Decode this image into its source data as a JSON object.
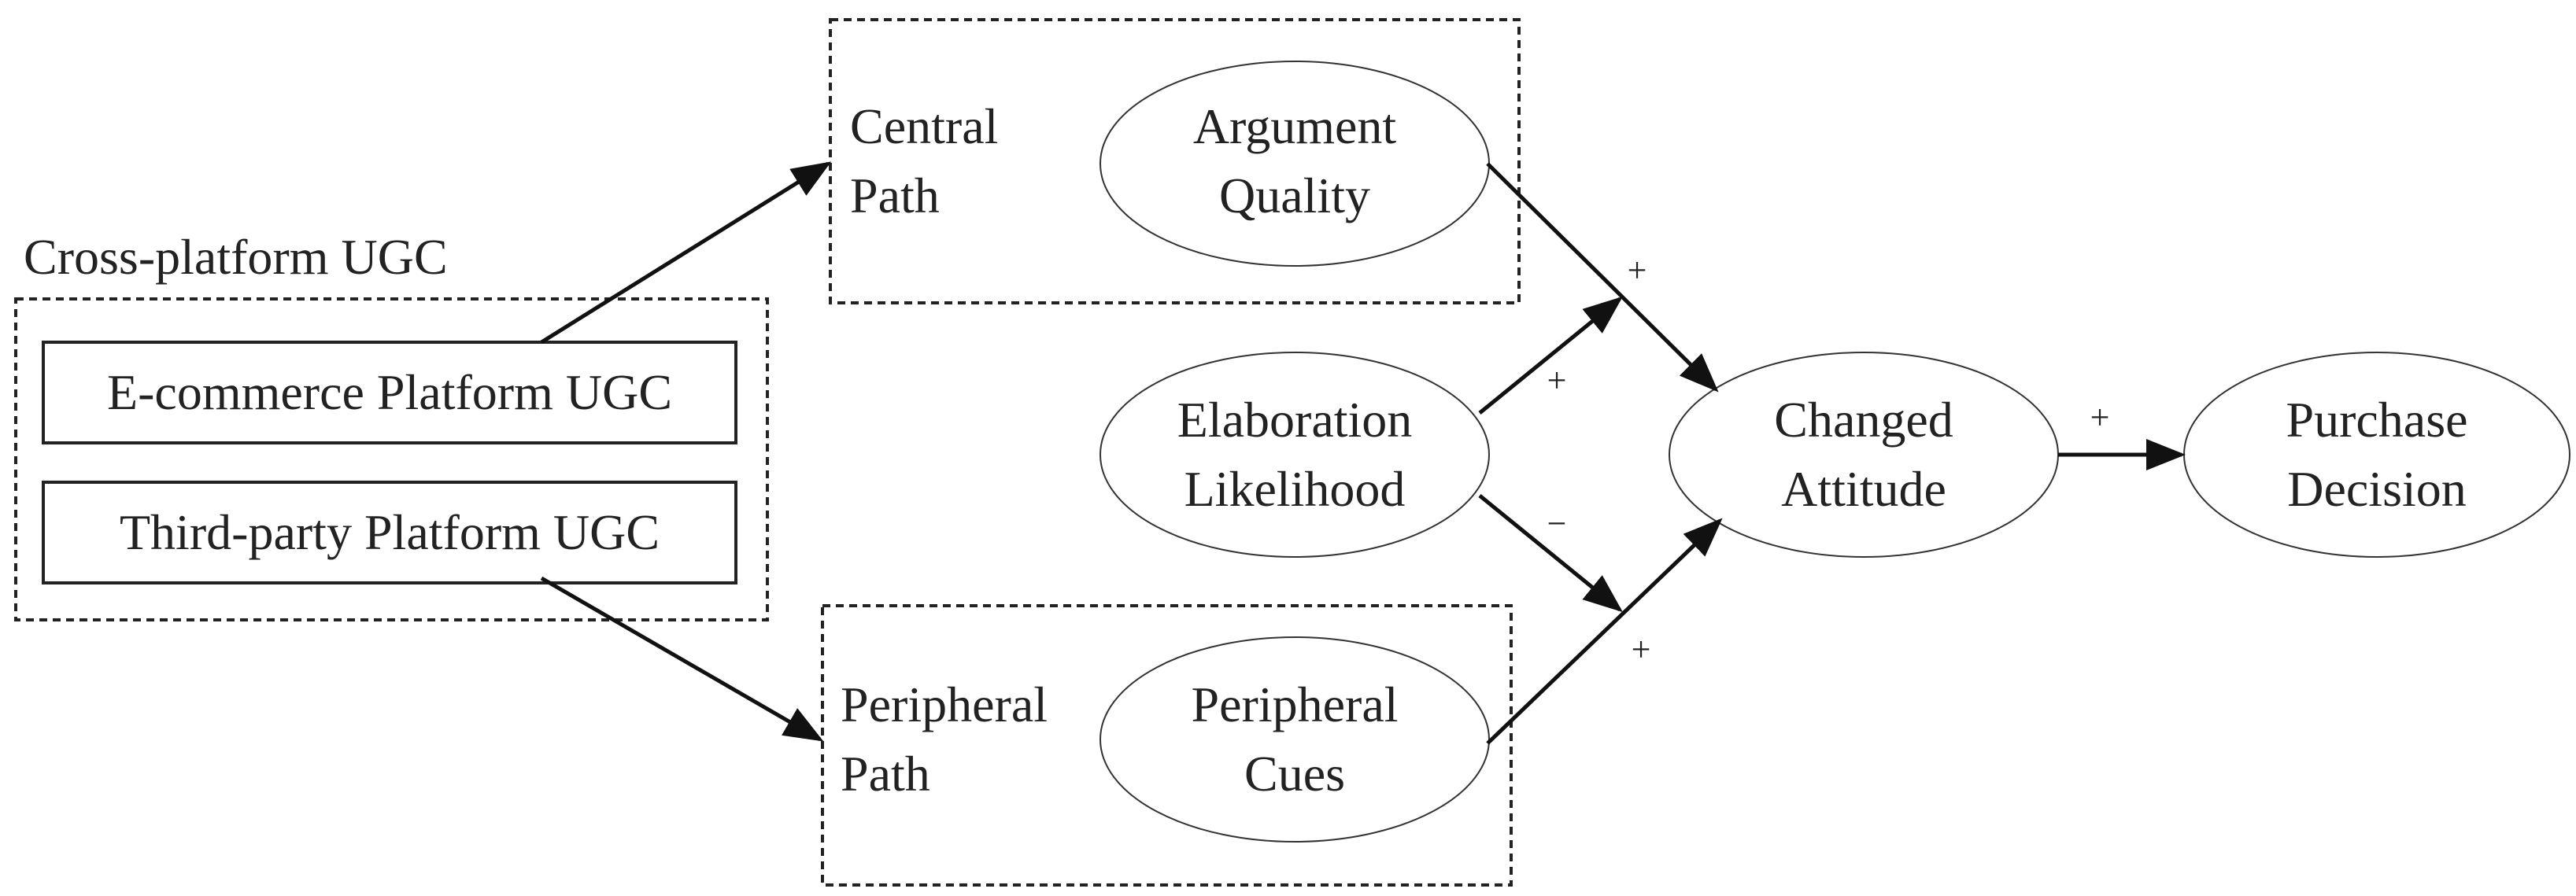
{
  "group": {
    "title": "Cross-platform UGC"
  },
  "sources": {
    "ecommerce": "E-commerce Platform UGC",
    "thirdparty": "Third-party Platform UGC"
  },
  "central_path": {
    "label_line1": "Central",
    "label_line2": "Path"
  },
  "peripheral_path": {
    "label_line1": "Peripheral",
    "label_line2": "Path"
  },
  "nodes": {
    "argument_quality": {
      "line1": "Argument",
      "line2": "Quality"
    },
    "peripheral_cues": {
      "line1": "Peripheral",
      "line2": "Cues"
    },
    "elaboration": {
      "line1": "Elaboration",
      "line2": "Likelihood"
    },
    "changed_attitude": {
      "line1": "Changed",
      "line2": "Attitude"
    },
    "purchase_decision": {
      "line1": "Purchase",
      "line2": "Decision"
    }
  },
  "signs": {
    "argument_to_attitude": "+",
    "elaboration_to_central": "+",
    "elaboration_to_peripheral": "−",
    "cues_to_attitude": "+",
    "attitude_to_purchase": "+"
  }
}
